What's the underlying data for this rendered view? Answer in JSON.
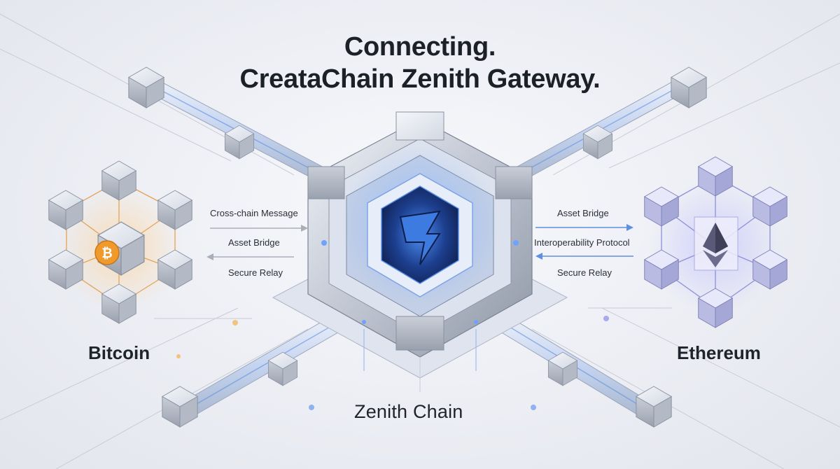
{
  "title": {
    "line1": "Connecting.",
    "line2": "CreataChain Zenith Gateway."
  },
  "left_flow": {
    "labels": [
      "Cross-chain Message",
      "Asset Bridge",
      "Secure Relay"
    ]
  },
  "right_flow": {
    "labels": [
      "Asset Bridge",
      "Interoperability Protocol",
      "Secure Relay"
    ]
  },
  "chains": {
    "left": "Bitcoin",
    "right": "Ethereum",
    "bottom": "Zenith Chain"
  },
  "colors": {
    "accent_blue": "#3d7be0",
    "bitcoin_orange": "#f09a2c",
    "ethereum_purple": "#6f6fd0"
  },
  "icons": {
    "left_center": "bitcoin-icon",
    "right_center": "ethereum-icon",
    "hub_center": "zenith-logo-icon"
  }
}
